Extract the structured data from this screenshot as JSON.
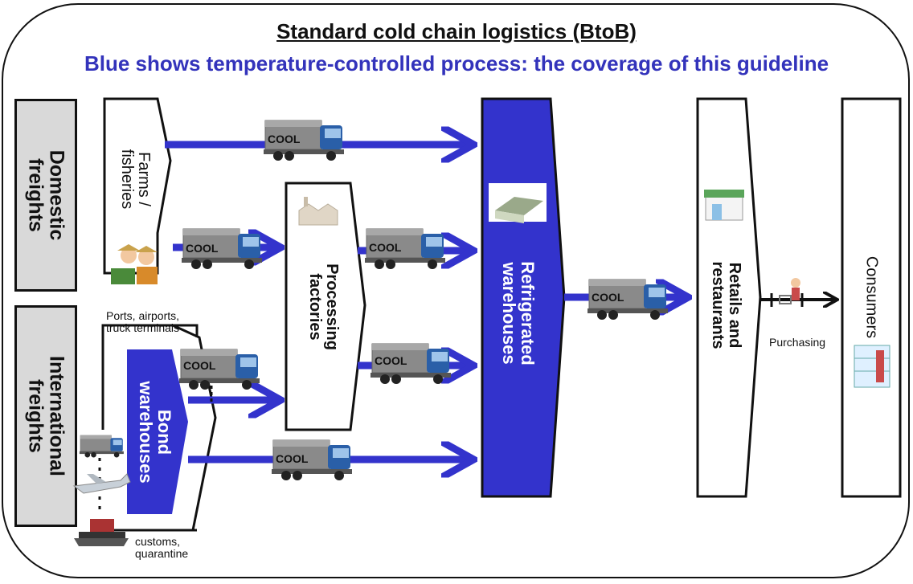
{
  "title": "Standard cold chain logistics (BtoB)",
  "subtitle": "Blue shows temperature-controlled process: the coverage of this guideline",
  "labels": {
    "domestic": "Domestic\nfreights",
    "international": "International\nfreights",
    "farms": "Farms /\nfisheries",
    "ports": "Ports, airports,\ntruck terminals",
    "bond": "Bond\nwarehouses",
    "processing": "Processing\nfactories",
    "refrigerated": "Refrigerated\nwarehouses",
    "retails": "Retails and\nrestaurants",
    "consumers": "Consumers",
    "purchasing": "Purchasing",
    "customs": "customs,\nquarantine"
  },
  "truck_label": "COOL",
  "colors": {
    "blue": "#3333cc",
    "text_blue": "#3333bb",
    "gray": "#d9d9d9",
    "black": "#111111"
  }
}
